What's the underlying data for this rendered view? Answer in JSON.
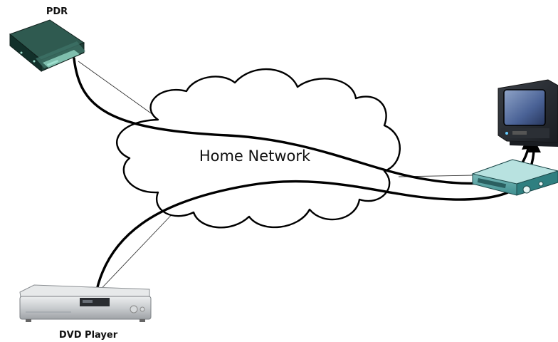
{
  "diagram": {
    "nodes": {
      "pdr": {
        "label": "PDR",
        "icon": "pdr-recorder-icon"
      },
      "network": {
        "label": "Home Network",
        "icon": "cloud-icon"
      },
      "dvd": {
        "label": "DVD Player",
        "icon": "dvd-player-icon"
      },
      "tv": {
        "label": "",
        "icon": "television-icon"
      },
      "stb": {
        "label": "",
        "icon": "set-top-box-icon"
      }
    },
    "connections": [
      {
        "from": "pdr",
        "to": "tv",
        "via": "network"
      },
      {
        "from": "dvd",
        "to": "tv",
        "via": "network"
      }
    ],
    "colors": {
      "line": "#000000",
      "pdr_body": "#1e3d36",
      "stb_body": "#5fb3b3",
      "dvd_body": "#cfd2d4"
    }
  }
}
